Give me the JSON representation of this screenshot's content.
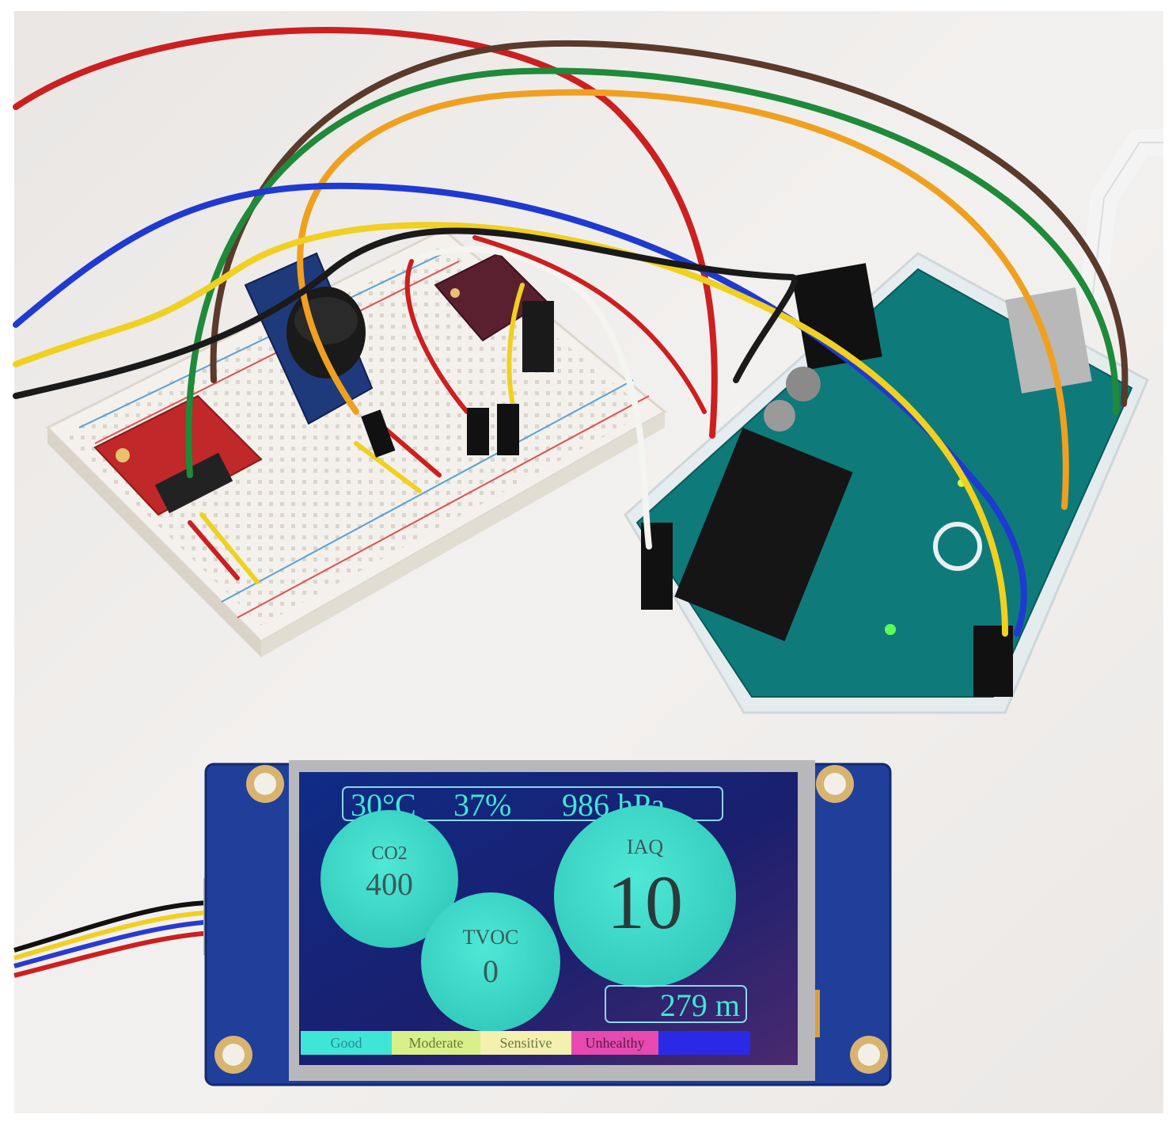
{
  "display": {
    "header": {
      "temperature": "30°C",
      "humidity": "37%",
      "pressure": "986 hPa"
    },
    "co2": {
      "label": "CO2",
      "value": "400"
    },
    "tvoc": {
      "label": "TVOC",
      "value": "0"
    },
    "iaq": {
      "label": "IAQ",
      "value": "10"
    },
    "altitude": "279 m",
    "scale": [
      {
        "label": "Good",
        "color": "#3fe6d6"
      },
      {
        "label": "Moderate",
        "color": "#d8f08a"
      },
      {
        "label": "Sensitive",
        "color": "#f4f0b0"
      },
      {
        "label": "Unhealthy",
        "color": "#e64ab0"
      },
      {
        "label": "",
        "color": "#2a2ae6"
      }
    ]
  },
  "colors": {
    "pcb": "#1f3f9a",
    "screen_bg": "#0e2a7a",
    "bubble": "#3fd8c8",
    "arduino": "#0f7a7a",
    "breadboard": "#f1eee8"
  },
  "wire_colors": [
    "red",
    "brown",
    "green",
    "orange",
    "blue",
    "yellow",
    "black",
    "white"
  ]
}
